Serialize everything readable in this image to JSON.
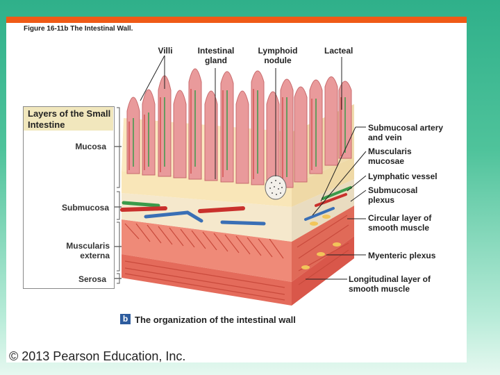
{
  "figure_title": "Figure 16-11b  The Intestinal Wall.",
  "labels": {
    "villi": "Villi",
    "intestinal_gland": "Intestinal gland",
    "lymphoid_nodule": "Lymphoid nodule",
    "lacteal": "Lacteal",
    "submucosal_artery_vein": "Submucosal artery and vein",
    "muscularis_mucosae": "Muscularis mucosae",
    "lymphatic_vessel": "Lymphatic vessel",
    "submucosal_plexus": "Submucosal plexus",
    "circular_layer": "Circular layer of smooth muscle",
    "myenteric_plexus": "Myenteric plexus",
    "longitudinal_layer": "Longitudinal layer of smooth muscle"
  },
  "legend": {
    "title": "Layers of the Small Intestine",
    "layers": [
      "Mucosa",
      "Submucosa",
      "Muscularis externa",
      "Serosa"
    ]
  },
  "caption_badge": "b",
  "caption": "The organization of the intestinal wall",
  "copyright": "© 2013 Pearson Education, Inc.",
  "colors": {
    "accent_bar": "#ef5a16",
    "background": "#2fb08a",
    "villus": "#e79a9a",
    "muscle": "#e2675a",
    "submucosa": "#f3e4c4",
    "artery": "#c9302c",
    "vein": "#3a6fb5",
    "lymphatic": "#3a9a4a"
  }
}
